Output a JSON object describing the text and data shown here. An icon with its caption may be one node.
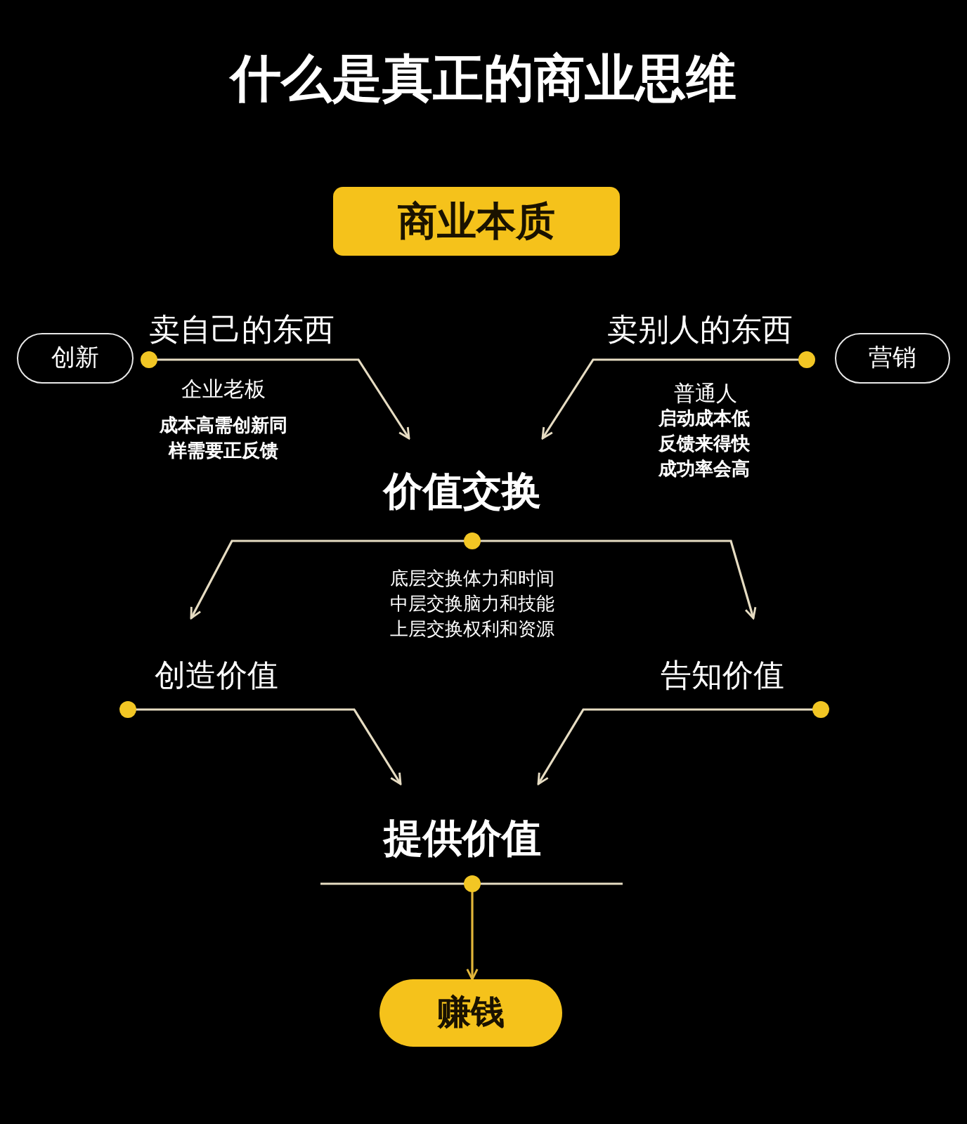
{
  "diagram": {
    "title": "什么是真正的商业思维",
    "nodes": [
      {
        "text": [
          "商业本质"
        ]
      },
      {
        "text": [
          "创新"
        ]
      },
      {
        "text": [
          "卖自己的东西"
        ],
        "beside": [
          "企业老板",
          "成本高需创新同样需要正反馈"
        ]
      },
      {
        "text": [
          "卖别人的东西"
        ],
        "beside": [
          "普通人",
          "启动成本低反馈来得快成功率会高"
        ]
      },
      {
        "text": [
          "营销"
        ]
      },
      {
        "text": [
          "价值交换"
        ],
        "beside": [
          "底层交换体力和时间中层交换脑力和技能上层交换权利和资源"
        ]
      },
      {
        "text": [
          "创造价值"
        ]
      },
      {
        "text": [
          "告知价值"
        ]
      },
      {
        "text": [
          "提供价值"
        ]
      },
      {
        "text": [
          "赚钱"
        ]
      }
    ],
    "edges": [
      {
        "from": 2,
        "to": 5,
        "arrow": "to"
      },
      {
        "from": 3,
        "to": 5,
        "arrow": "to"
      },
      {
        "from": 5,
        "to": 6,
        "arrow": "to"
      },
      {
        "from": 5,
        "to": 7,
        "arrow": "to"
      },
      {
        "from": 6,
        "to": 8,
        "arrow": "to"
      },
      {
        "from": 7,
        "to": 8,
        "arrow": "to"
      },
      {
        "from": 8,
        "to": 9,
        "arrow": "to",
        "color": "#e3b73a"
      }
    ]
  }
}
